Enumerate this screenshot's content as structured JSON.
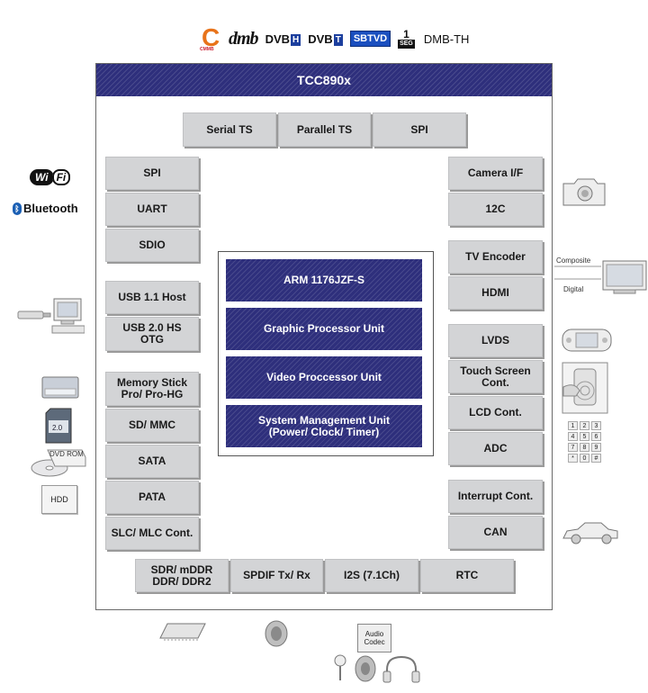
{
  "logos": {
    "cmmb": "C",
    "cmmb_sub": "CMMB",
    "dmb": "dmb",
    "dvbh_prefix": "DVB",
    "dvbh_box": "H",
    "dvbt_prefix": "DVB",
    "dvbt_box": "T",
    "sbtvd": "SBTVD",
    "oneseg_top": "1",
    "oneseg_bottom": "SEG",
    "dmbth": "DMB-TH"
  },
  "chip": {
    "title": "TCC890x",
    "top_blocks": [
      "Serial TS",
      "Parallel TS",
      "SPI"
    ],
    "left_blocks": [
      "SPI",
      "UART",
      "SDIO",
      "USB 1.1 Host",
      "USB 2.0 HS\nOTG",
      "Memory Stick\nPro/ Pro-HG",
      "SD/ MMC",
      "SATA",
      "PATA",
      "SLC/ MLC Cont."
    ],
    "right_blocks": [
      "Camera I/F",
      "12C",
      "TV Encoder",
      "HDMI",
      "LVDS",
      "Touch Screen\nCont.",
      "LCD Cont.",
      "ADC",
      "Interrupt Cont.",
      "CAN"
    ],
    "bottom_blocks": [
      "SDR/ mDDR\nDDR/ DDR2",
      "SPDIF Tx/ Rx",
      "I2S (7.1Ch)",
      "RTC"
    ],
    "core_blocks": [
      "ARM 1176JZF-S",
      "Graphic Processor Unit",
      "Video Proccessor Unit",
      "System Management Unit\n(Power/ Clock/ Timer)"
    ]
  },
  "peripherals": {
    "wifi_a": "Wi",
    "wifi_b": "Fi",
    "bluetooth": "Bluetooth",
    "bluetooth_rune": "ᛒ",
    "dvd": "DVD ROM",
    "hdd": "HDD",
    "sd_card": "2.0",
    "composite": "Composite",
    "digital": "Digital",
    "keypad": [
      "1",
      "2",
      "3",
      "4",
      "5",
      "6",
      "7",
      "8",
      "9",
      "*",
      "0",
      "#"
    ],
    "audio_codec": "Audio\nCodec"
  },
  "colors": {
    "chip_accent": "#2e2f7c",
    "block_fill": "#d3d4d6"
  }
}
